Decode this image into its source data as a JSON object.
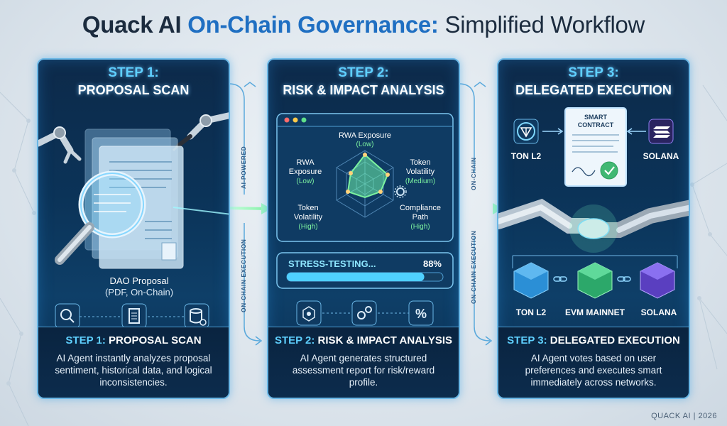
{
  "title": {
    "part1": "Quack AI ",
    "part2": "On-Chain Governance:",
    "part3": " Simplified Workflow"
  },
  "colors": {
    "accent": "#1f6fc2",
    "cyan": "#5fd0ff",
    "panel_bg": "#0b3358",
    "green": "#7cf2a0"
  },
  "steps": [
    {
      "head_step": "STEP 1:",
      "head_name": "PROPOSAL SCAN",
      "foot_step": "STEP 1:",
      "foot_name": " PROPOSAL SCAN",
      "description": "AI Agent instantly analyzes proposal sentiment, historical data, and logical inconsistencies.",
      "doc_label": "DAO Proposal",
      "doc_sub": "(PDF, On-Chain)",
      "icons": [
        "search-icon",
        "document-icon",
        "database-icon"
      ]
    },
    {
      "head_step": "STEP 2:",
      "head_name": "RISK & IMPACT ANALYSIS",
      "foot_step": "STEP 2:",
      "foot_name": " RISK & IMPACT ANALYSIS",
      "description": "AI Agent generates structured assessment report for risk/reward profile.",
      "radar": {
        "top": "RWA Exposure",
        "top_v": "(Low)",
        "left1": "RWA",
        "left2": "Exposure",
        "left_v": "(Low)",
        "right1": "Token",
        "right2": "Volatility",
        "right_v": "(Medium)",
        "bl1": "Token",
        "bl2": "Volatility",
        "bl_v": "(High)",
        "br1": "Compliance",
        "br2": "Path",
        "br_v": "(High)"
      },
      "progress": {
        "label": "STRESS-TESTING...",
        "percent_text": "88%",
        "value": 0.88
      },
      "icons": [
        "radar-icon",
        "gears-icon",
        "percent-icon"
      ],
      "percent_glyph": "%"
    },
    {
      "head_step": "STEP 3:",
      "head_name": "DELEGATED EXECUTION",
      "foot_step": "STEP 3:",
      "foot_name": " DELEGATED EXECUTION",
      "description": "AI Agent votes based on user preferences and executes smart immediately across networks.",
      "contract_line1": "SMART",
      "contract_line2": "CONTRACT",
      "chain_left": "TON L2",
      "chain_right": "SOLANA",
      "chains_bottom": [
        "TON L2",
        "EVM MAINNET",
        "SOLANA"
      ]
    }
  ],
  "connector_labels": {
    "top_1": "AI-POWERED",
    "bottom_1": "ON-CHAIN EXECUTION",
    "top_2": "ON-CHAIN",
    "bottom_2": "ON-CHAIN EXECUTION"
  },
  "footer": "QUACK AI | 2026"
}
